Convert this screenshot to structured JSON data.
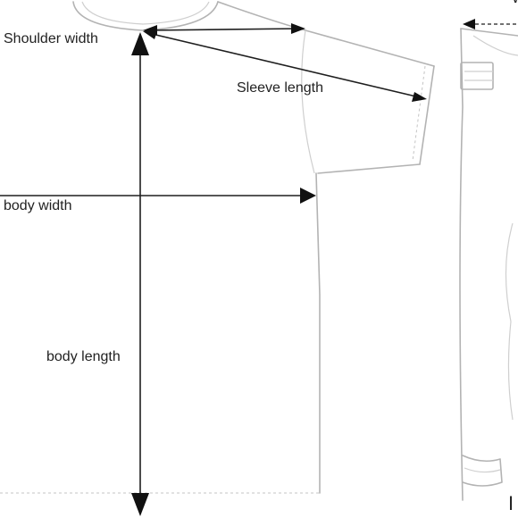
{
  "labels": {
    "shoulder_width": "Shoulder width",
    "sleeve_length": "Sleeve length",
    "body_width": "body width",
    "body_length": "body length",
    "partial_top_right": "W",
    "partial_bottom_right": "I"
  },
  "colors": {
    "garment_outline": "#b3b3b3",
    "dimension_line": "#1e1e1e",
    "arrowhead": "#111111",
    "text": "#222222",
    "background": "#ffffff"
  }
}
